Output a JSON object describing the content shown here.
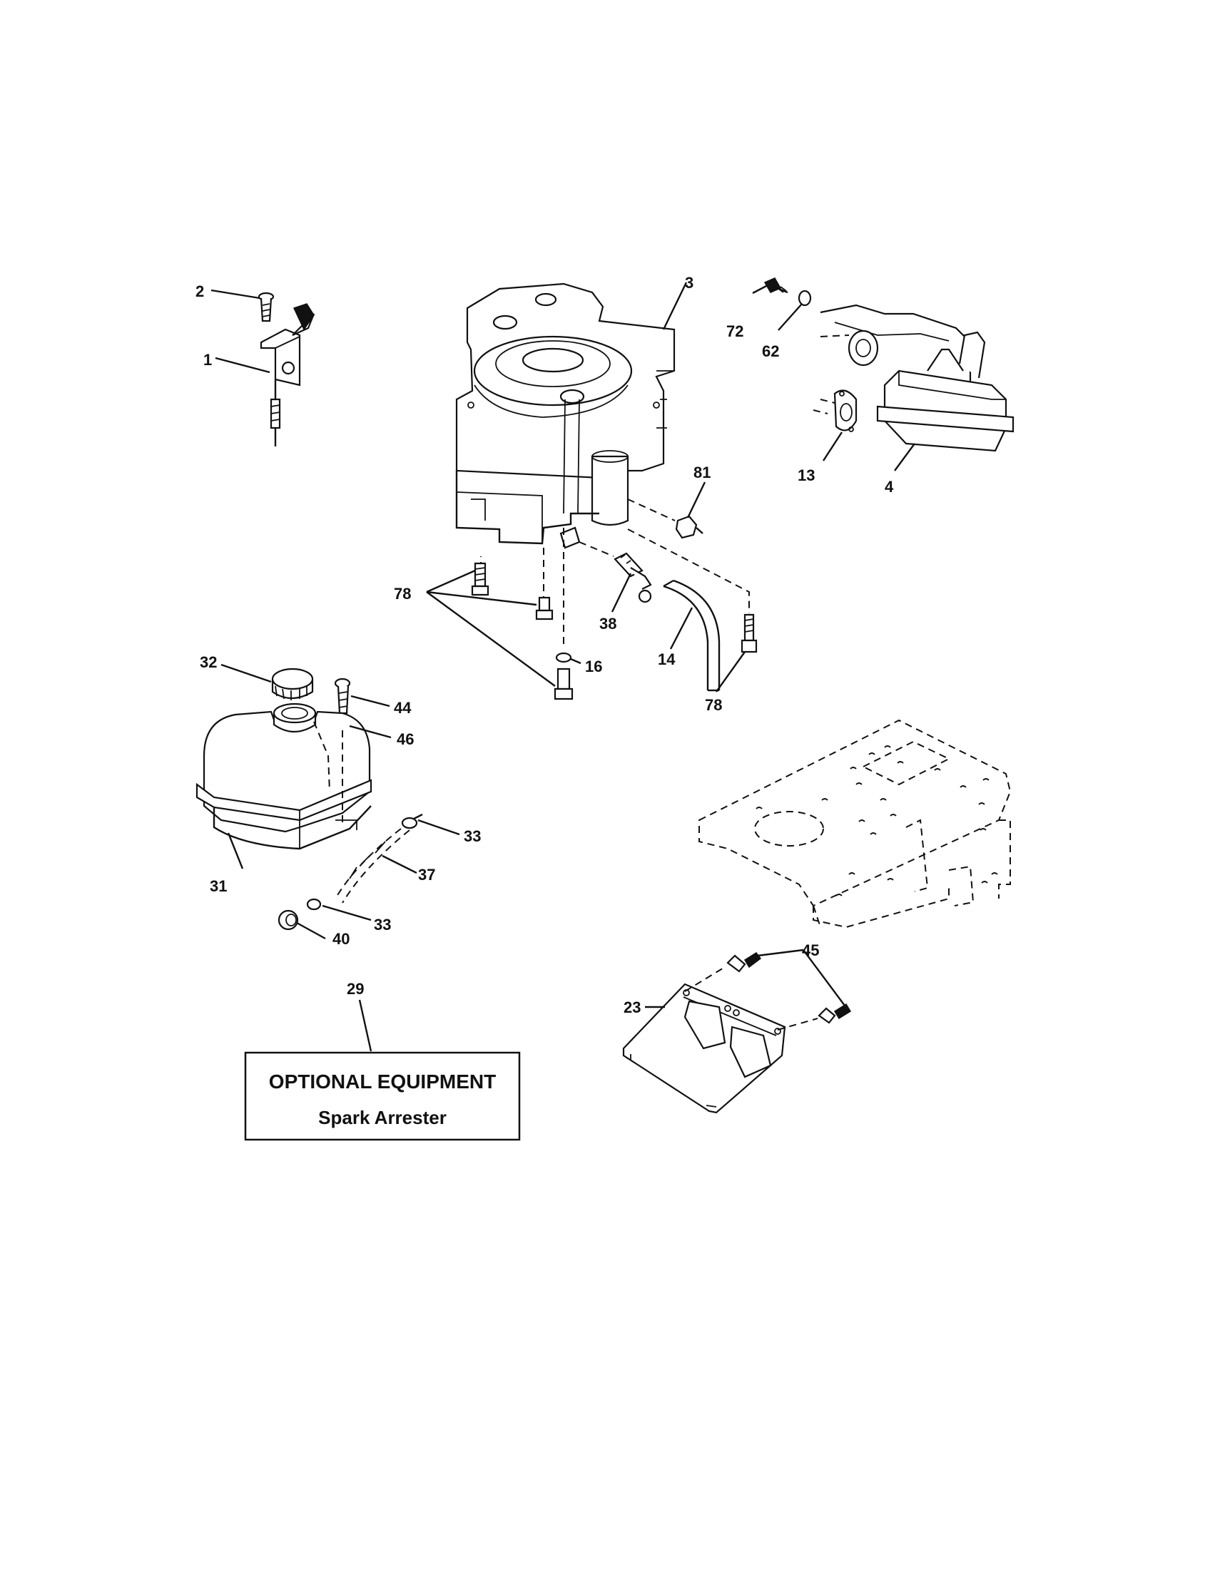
{
  "part_labels": {
    "p1": "1",
    "p2": "2",
    "p3": "3",
    "p4": "4",
    "p13": "13",
    "p14": "14",
    "p16": "16",
    "p23": "23",
    "p29": "29",
    "p31": "31",
    "p32": "32",
    "p33a": "33",
    "p33b": "33",
    "p37": "37",
    "p38": "38",
    "p40": "40",
    "p44": "44",
    "p45": "45",
    "p46": "46",
    "p62": "62",
    "p72": "72",
    "p78a": "78",
    "p78b": "78",
    "p81": "81"
  },
  "optional_box": {
    "heading": "OPTIONAL EQUIPMENT",
    "item": "Spark Arrester"
  }
}
